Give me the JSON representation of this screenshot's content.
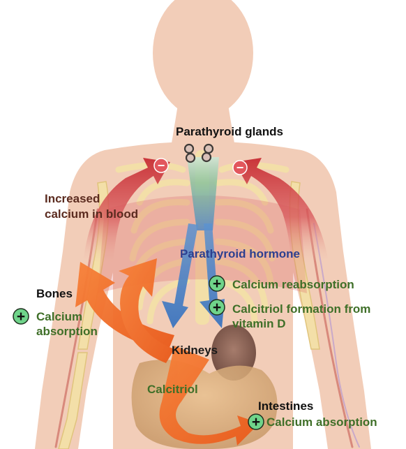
{
  "labels": {
    "parathyroid_glands": "Parathyroid glands",
    "increased_calcium_line1": "Increased",
    "increased_calcium_line2": "calcium in blood",
    "parathyroid_hormone": "Parathyroid hormone",
    "bones": "Bones",
    "bones_effect_line1": "Calcium",
    "bones_effect_line2": "absorption",
    "calcium_reabsorption": "Calcium reabsorption",
    "calcitriol_formation_line1": "Calcitriol formation from",
    "calcitriol_formation_line2": "vitamin D",
    "kidneys": "Kidneys",
    "calcitriol": "Calcitriol",
    "intestines": "Intestines",
    "intestines_effect": "Calcium absorption"
  },
  "markers": {
    "minus": "−",
    "plus": "+"
  },
  "colors": {
    "body_silhouette": "#f2cdb8",
    "inhibition_arrow": "#c9363a",
    "hormone_arrow": "#4f86c8",
    "calcitriol_arrow": "#ee6a1e",
    "positive_marker": "#6fd48a",
    "negative_marker": "#e2575d"
  }
}
